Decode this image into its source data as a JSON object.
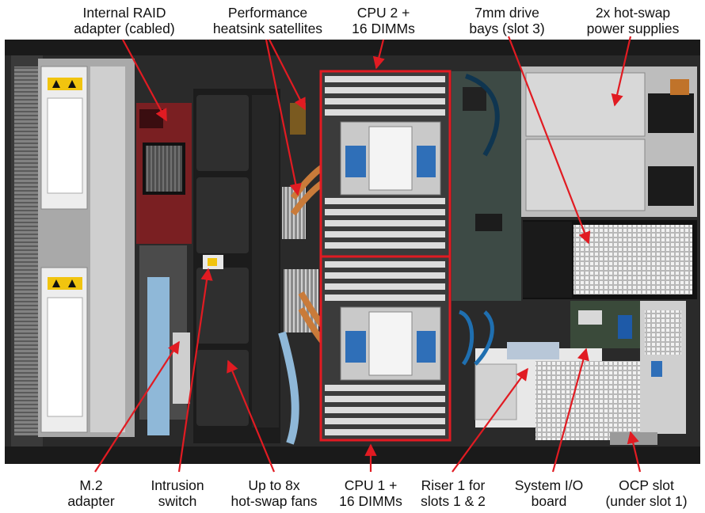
{
  "callouts": {
    "raid": [
      "Internal RAID",
      "adapter (cabled)"
    ],
    "heatsink": [
      "Performance",
      "heatsink satellites"
    ],
    "cpu2": [
      "CPU 2 +",
      "16 DIMMs"
    ],
    "drive": [
      "7mm drive",
      "bays (slot 3)"
    ],
    "psu": [
      "2x hot-swap",
      "power supplies"
    ],
    "m2": [
      "M.2",
      "adapter"
    ],
    "intrusion": [
      "Intrusion",
      "switch"
    ],
    "fans": [
      "Up to 8x",
      "hot-swap fans"
    ],
    "cpu1": [
      "CPU 1 +",
      "16 DIMMs"
    ],
    "riser": [
      "Riser 1 for",
      "slots 1 & 2"
    ],
    "sysio": [
      "System I/O",
      "board"
    ],
    "ocp": [
      "OCP slot",
      "(under slot 1)"
    ]
  },
  "colors": {
    "accent_red": "#e11b22",
    "chassis": "#2a2a2a"
  }
}
